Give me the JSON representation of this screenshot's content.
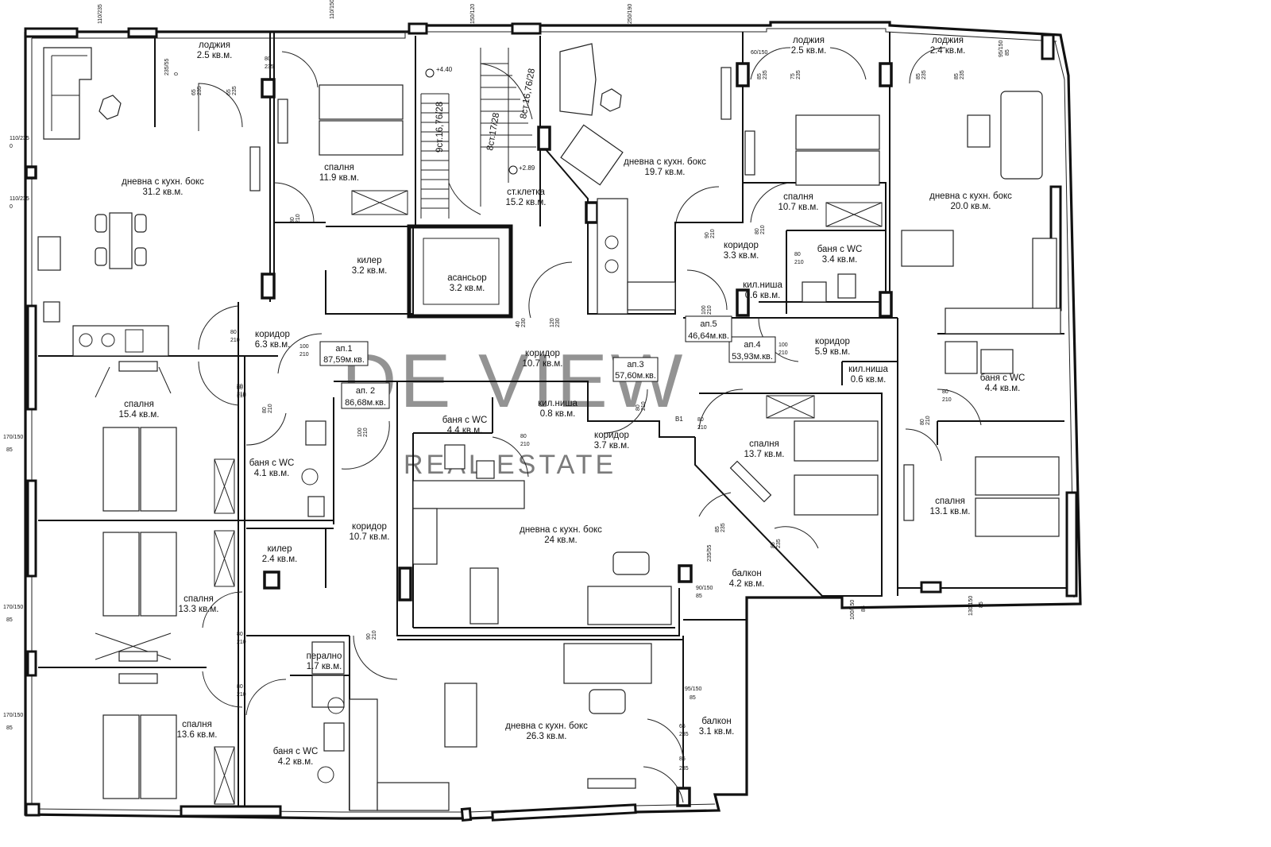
{
  "title": "",
  "watermark": {
    "line1": "DE VIEW",
    "line2": "REAL ESTATE"
  },
  "apartments": [
    {
      "id": "ap1",
      "label": "ап.1",
      "area": "87,59м.кв."
    },
    {
      "id": "ap2",
      "label": "ап. 2",
      "area": "86,68м.кв."
    },
    {
      "id": "ap3",
      "label": "ап.3",
      "area": "57,60м.кв."
    },
    {
      "id": "ap4",
      "label": "ап.4",
      "area": "53,93м.кв."
    },
    {
      "id": "ap5",
      "label": "ап.5",
      "area": "46,64м.кв."
    }
  ],
  "rooms": [
    {
      "name": "лоджия",
      "area": "2.5 кв.м."
    },
    {
      "name": "дневна с кухн. бокс",
      "area": "31.2 кв.м."
    },
    {
      "name": "спалня",
      "area": "11.9 кв.м."
    },
    {
      "name": "килер",
      "area": "3.2 кв.м."
    },
    {
      "name": "коридор",
      "area": "6.3 кв.м."
    },
    {
      "name": "спалня",
      "area": "15.4 кв.м."
    },
    {
      "name": "баня с WC",
      "area": "4.1 кв.м."
    },
    {
      "name": "спалня",
      "area": "13.3 кв.м."
    },
    {
      "name": "килер",
      "area": "2.4 кв.м."
    },
    {
      "name": "спалня",
      "area": "13.6 кв.м."
    },
    {
      "name": "перално",
      "area": "1.7 кв.м."
    },
    {
      "name": "баня с WC",
      "area": "4.2 кв.м."
    },
    {
      "name": "коридор",
      "area": "10.7 кв.м."
    },
    {
      "name": "ст.клетка",
      "area": "15.2 кв.м."
    },
    {
      "name": "асансьор",
      "area": "3.2 кв.м."
    },
    {
      "name": "коридор",
      "area": "10.7 кв.м."
    },
    {
      "name": "дневна с кухн. бокс",
      "area": "19.7 кв.м."
    },
    {
      "name": "кил.ниша",
      "area": "0.8 кв.м."
    },
    {
      "name": "баня с WC",
      "area": "4.4 кв.м."
    },
    {
      "name": "коридор",
      "area": "3.7 кв.м."
    },
    {
      "name": "дневна с кухн. бокс",
      "area": "24 кв.м."
    },
    {
      "name": "дневна с кухн. бокс",
      "area": "26.3 кв.м."
    },
    {
      "name": "балкон",
      "area": "3.1 кв.м."
    },
    {
      "name": "лоджия",
      "area": "2.5 кв.м."
    },
    {
      "name": "спалня",
      "area": "10.7 кв.м."
    },
    {
      "name": "коридор",
      "area": "3.3 кв.м."
    },
    {
      "name": "баня с WC",
      "area": "3.4 кв.м."
    },
    {
      "name": "кил.ниша",
      "area": "0.6 кв.м."
    },
    {
      "name": "коридор",
      "area": "5.9 кв.м."
    },
    {
      "name": "кил.ниша",
      "area": "0.6 кв.м."
    },
    {
      "name": "спалня",
      "area": "13.7 кв.м."
    },
    {
      "name": "балкон",
      "area": "4.2 кв.м."
    },
    {
      "name": "лоджия",
      "area": "2.4 кв.м."
    },
    {
      "name": "дневна с кухн. бокс",
      "area": "20.0 кв.м."
    },
    {
      "name": "баня с WC",
      "area": "4.4 кв.м."
    },
    {
      "name": "спалня",
      "area": "13.1 кв.м."
    }
  ],
  "stairs": {
    "flight1": "9ст.16,76/28",
    "flight2": "8ст.17/28",
    "flight3": "8ст.16,76/28",
    "level_top": "+4.40",
    "level_bottom": "+2.89"
  },
  "tag_b1": "B1",
  "dimensions": [
    "110/235",
    "110/150",
    "150/120",
    "250/190",
    "60/150",
    "95/150",
    "85",
    "0",
    "110/235",
    "0",
    "110/235",
    "0",
    "80",
    "235",
    "65",
    "235",
    "65",
    "235",
    "235/55",
    "85",
    "235",
    "75",
    "235",
    "85",
    "235",
    "85",
    "235",
    "80",
    "210",
    "90",
    "210",
    "80",
    "210",
    "80",
    "210",
    "100",
    "210",
    "80",
    "210",
    "80",
    "210",
    "100",
    "210",
    "100",
    "210",
    "80",
    "210",
    "100",
    "210",
    "80",
    "210",
    "40",
    "230",
    "120",
    "230",
    "80",
    "210",
    "80",
    "210",
    "80",
    "210",
    "80",
    "210",
    "80",
    "210",
    "80",
    "210",
    "80",
    "210",
    "90",
    "210",
    "170/150",
    "85",
    "170/150",
    "85",
    "170/150",
    "85",
    "85",
    "235",
    "235/55",
    "85",
    "235",
    "90/150",
    "85",
    "100/150",
    "85",
    "130/150",
    "85",
    "95/150",
    "85",
    "65",
    "235",
    "85",
    "235"
  ]
}
